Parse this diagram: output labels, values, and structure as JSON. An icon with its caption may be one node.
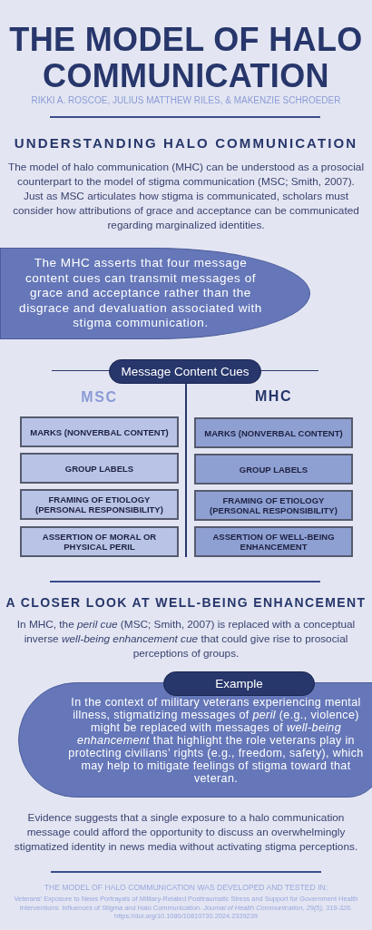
{
  "diagram": {
    "title": "THE MODEL OF HALO COMMUNICATION",
    "nodes": [
      {
        "text": [
          "The MHC asserts that four message content cues can transmit messages of grace and acceptance rather than the disgrace and devaluation associated with stigma communication."
        ]
      },
      {
        "text": [
          "Message Content Cues"
        ]
      },
      {
        "text": [
          "MARKS (NONVERBAL CONTENT)"
        ]
      },
      {
        "text": [
          "GROUP LABELS"
        ]
      },
      {
        "text": [
          "FRAMING OF ETIOLOGY (PERSONAL RESPONSIBILITY)"
        ]
      },
      {
        "text": [
          "ASSERTION OF MORAL OR PHYSICAL PERIL"
        ]
      },
      {
        "text": [
          "MARKS (NONVERBAL CONTENT)"
        ]
      },
      {
        "text": [
          "GROUP LABELS"
        ]
      },
      {
        "text": [
          "FRAMING OF ETIOLOGY (PERSONAL RESPONSIBILITY)"
        ]
      },
      {
        "text": [
          "ASSERTION OF WELL-BEING ENHANCEMENT"
        ]
      },
      {
        "text": [
          "Example"
        ]
      },
      {
        "text": [
          "In the context of military veterans experiencing mental illness, stigmatizing messages of *peril* (e.g., violence) might be replaced with messages of *well-being enhancement* that highlight the role veterans play in protecting civilians’ rights (e.g., freedom, safety), which may help to mitigate feelings of stigma toward that veteran."
        ]
      }
    ],
    "labels": [
      "RIKKI A. ROSCOE, JULIUS MATTHEW RILES, & MAKENZIE SCHROEDER",
      "UNDERSTANDING HALO COMMUNICATION",
      "The model of halo communication (MHC) can be understood as a prosocial counterpart to the model of stigma communication (MSC; Smith, 2007). Just as MSC articulates how stigma is communicated, scholars must consider how attributions of grace and acceptance can be communicated regarding marginalized identities.",
      "MSC",
      "MHC",
      "A CLOSER LOOK AT WELL-BEING ENHANCEMENT",
      "In MHC, the *peril cue* (MSC; Smith, 2007) is replaced with a conceptual inverse *well-being enhancement cue* that could give rise to prosocial perceptions of groups.",
      "Evidence suggests that a single exposure to a halo communication message could afford the opportunity to discuss an overwhelmingly stigmatized identity in news media without activating stigma perceptions.",
      "THE MODEL OF HALO COMMUNICATION WAS DEVELOPED AND TESTED IN:",
      "Veterans’ Exposure to News Portrayals of Military-Related Posttraumatic Stress and Support for Government Health Interventions: Influences of Stigma and Halo Communication. *Journal of Health Communication, 29(5), 319-326.* https://doi.org/10.1080/10810730.2024.2339239"
    ]
  }
}
